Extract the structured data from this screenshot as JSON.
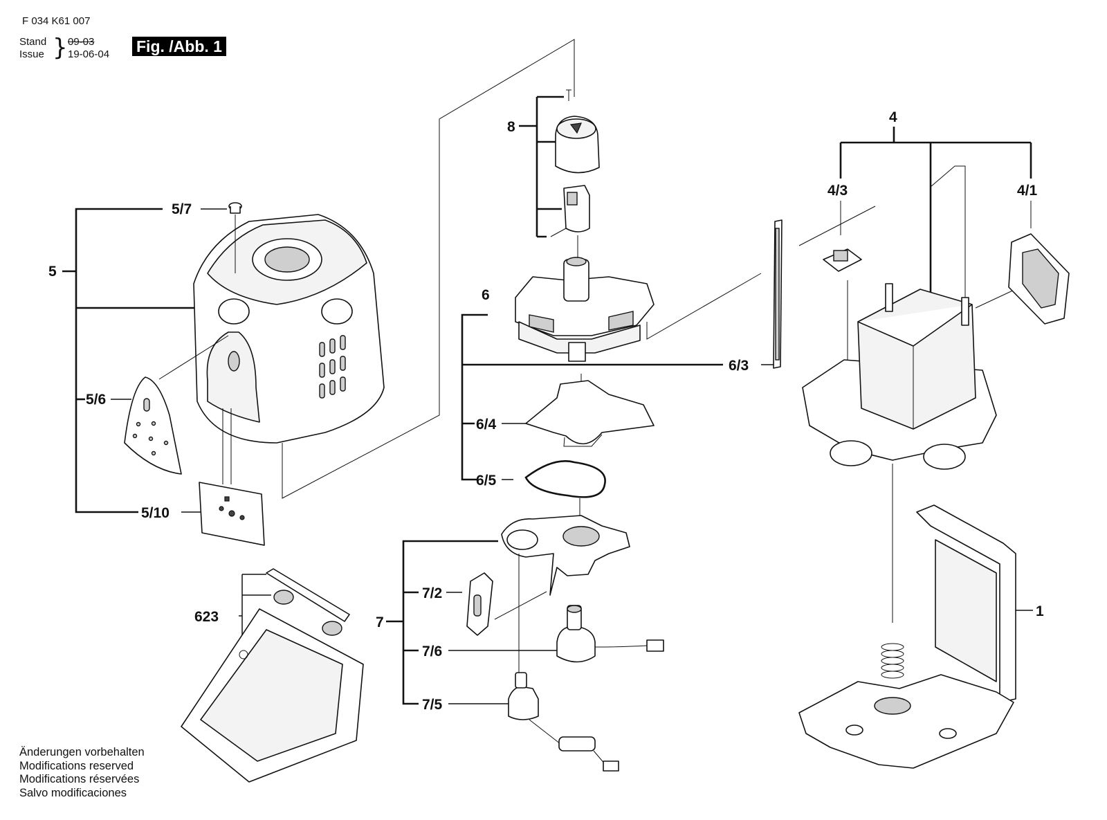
{
  "header": {
    "doc_code": "F 034 K61 007",
    "stand_label": "Stand",
    "issue_label": "Issue",
    "stand_date": "09-03",
    "issue_date": "19-06-04",
    "figure_label": "Fig. /Abb. 1"
  },
  "part_labels": {
    "p1": "1",
    "p4": "4",
    "p4_1": "4/1",
    "p4_3": "4/3",
    "p5": "5",
    "p5_6": "5/6",
    "p5_7": "5/7",
    "p5_10": "5/10",
    "p6": "6",
    "p6_3": "6/3",
    "p6_4": "6/4",
    "p6_5": "6/5",
    "p7": "7",
    "p7_2": "7/2",
    "p7_5": "7/5",
    "p7_6": "7/6",
    "p8": "8",
    "p623": "623"
  },
  "footer": {
    "line_de": "Änderungen vorbehalten",
    "line_en": "Modifications reserved",
    "line_fr": "Modifications réservées",
    "line_es": "Salvo modificaciones"
  }
}
